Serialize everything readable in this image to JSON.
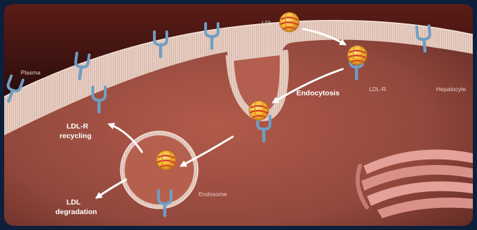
{
  "labels": {
    "ldl": "LDL",
    "plasma": "Plasma",
    "endocytosis": "Endocytosis",
    "ldl_r": "LDL-R",
    "hepatocyte": "Hepatocyte",
    "ldl_r_recycling": [
      "LDL-R",
      "recycling"
    ],
    "endosome": "Endosome",
    "ldl_degradation": [
      "LDL",
      "degradation"
    ]
  },
  "colors": {
    "frame_border": "#16305c",
    "cell_interior": "#9b4e42",
    "plasma_bg": "#3a1210",
    "membrane": "#ead3c9",
    "receptor": "#6f9ec4",
    "ldl_particle": "#f2b42a",
    "arrow": "#ffffff"
  },
  "icons": [
    "ldl-particle-icon",
    "ldl-receptor-icon",
    "golgi-apparatus-icon"
  ]
}
